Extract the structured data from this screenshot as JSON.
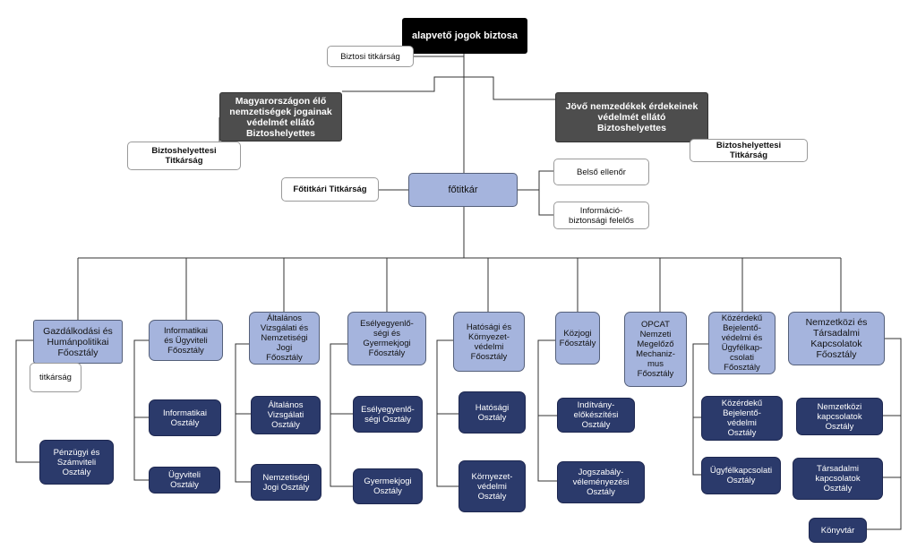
{
  "nodes": {
    "commissioner": "alapvető jogok biztosa",
    "commissioner_secretariat": "Biztosi titkárság",
    "deputy_minorities": "Magyarországon élő\nnemzetiségek jogainak\nvédelmét ellátó\nBiztoshelyettes",
    "deputy_future": "Jövő nemzedékek  érdekeinek\nvédelmét ellátó\nBiztoshelyettes",
    "deputy_secretariat_left": "Biztoshelyettesi\nTitkárság",
    "deputy_secretariat_right": "Biztoshelyettesi\nTitkárság",
    "secretary_general": "főtitkár",
    "sg_secretariat": "Főtitkári Titkárság",
    "internal_auditor": "Belső ellenőr",
    "info_security": "Információ-\nbiztonsági felelős",
    "dept_finance": "Gazdálkodási és\nHumánpolitikai\nFőosztály",
    "secretariat_small": "titkárság",
    "unit_finance": "Pénzügyi és\nSzámviteli\nOsztály",
    "dept_it": "Informatikai\nés Ügyviteli\nFőosztály",
    "unit_it": "Informatikai\nOsztály",
    "unit_admin": "Ügyviteli\nOsztály",
    "dept_general": "Általános\nVizsgálati és\nNemzetiségi\nJogi\nFőosztály",
    "unit_general": "Általános\nVizsgálati\nOsztály",
    "unit_minority_law": "Nemzetiségi\nJogi Osztály",
    "dept_equal": "Esélyegyenlő-\nségi és\nGyermekjogi\nFőosztály",
    "unit_equal": "Esélyegyenlő-\nségi Osztály",
    "unit_child": "Gyermekjogi\nOsztály",
    "dept_authority": "Hatósági és\nKörnyezet-\nvédelmi\nFőosztály",
    "unit_authority": "Hatósági\nOsztály",
    "unit_environment": "Környezet-\nvédelmi\nOsztály",
    "dept_public_law": "Közjogi\nFőosztály",
    "unit_motion": "Indítvány-\nelőkészítési\nOsztály",
    "unit_legislation": "Jogszabály-\nvéleményezési\nOsztály",
    "dept_opcat": "OPCAT\nNemzeti\nMegelőző\nMechaniz-\nmus\nFőosztály",
    "dept_public_interest": "Közérdekű\nBejelentő-\nvédelmi és\nÜgyfélkap-\ncsolati\nFőosztály",
    "unit_whistleblower": "Közérdekű\nBejelentő-\nvédelmi\nOsztály",
    "unit_client": "Ügyfélkapcsolati\nOsztály",
    "dept_international": "Nemzetközi és\nTársadalmi\nKapcsolatok\nFőosztály",
    "unit_international": "Nemzetközi\nkapcsolatok\nOsztály",
    "unit_social": "Társadalmi\nkapcsolatok\nOsztály",
    "unit_library": "Könyvtár"
  },
  "colors": {
    "top": "#000000",
    "deputy": "#4d4d4d",
    "department": "#a5b4dd",
    "unit": "#2b3a6b",
    "staff": "#ffffff",
    "connector": "#333333"
  }
}
